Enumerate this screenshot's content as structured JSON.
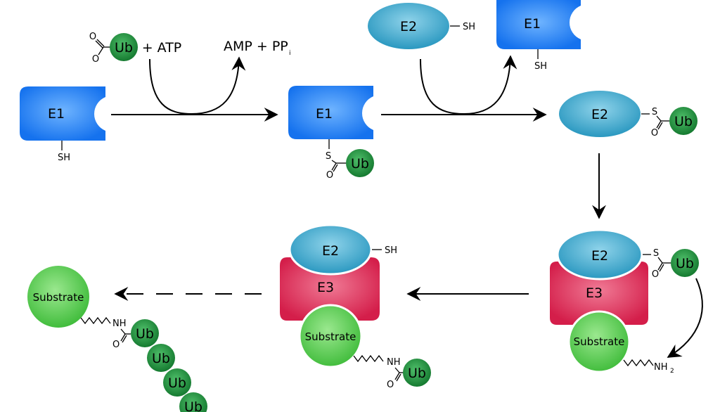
{
  "labels": {
    "e1": "E1",
    "e2": "E2",
    "e3": "E3",
    "ub": "Ub",
    "substrate": "Substrate",
    "sh": "SH",
    "s": "S",
    "o": "O",
    "nh": "NH",
    "nh2_base": "NH",
    "nh2_sub": "2",
    "plus_atp": "+ ATP",
    "amp_pp": "AMP + PP",
    "pp_sub": "i"
  },
  "colors": {
    "e1": "#1f7ef2",
    "e2": "#3aa6c9",
    "e3": "#d9254f",
    "ub": "#1e8a3a",
    "substrate": "#52c94a"
  }
}
